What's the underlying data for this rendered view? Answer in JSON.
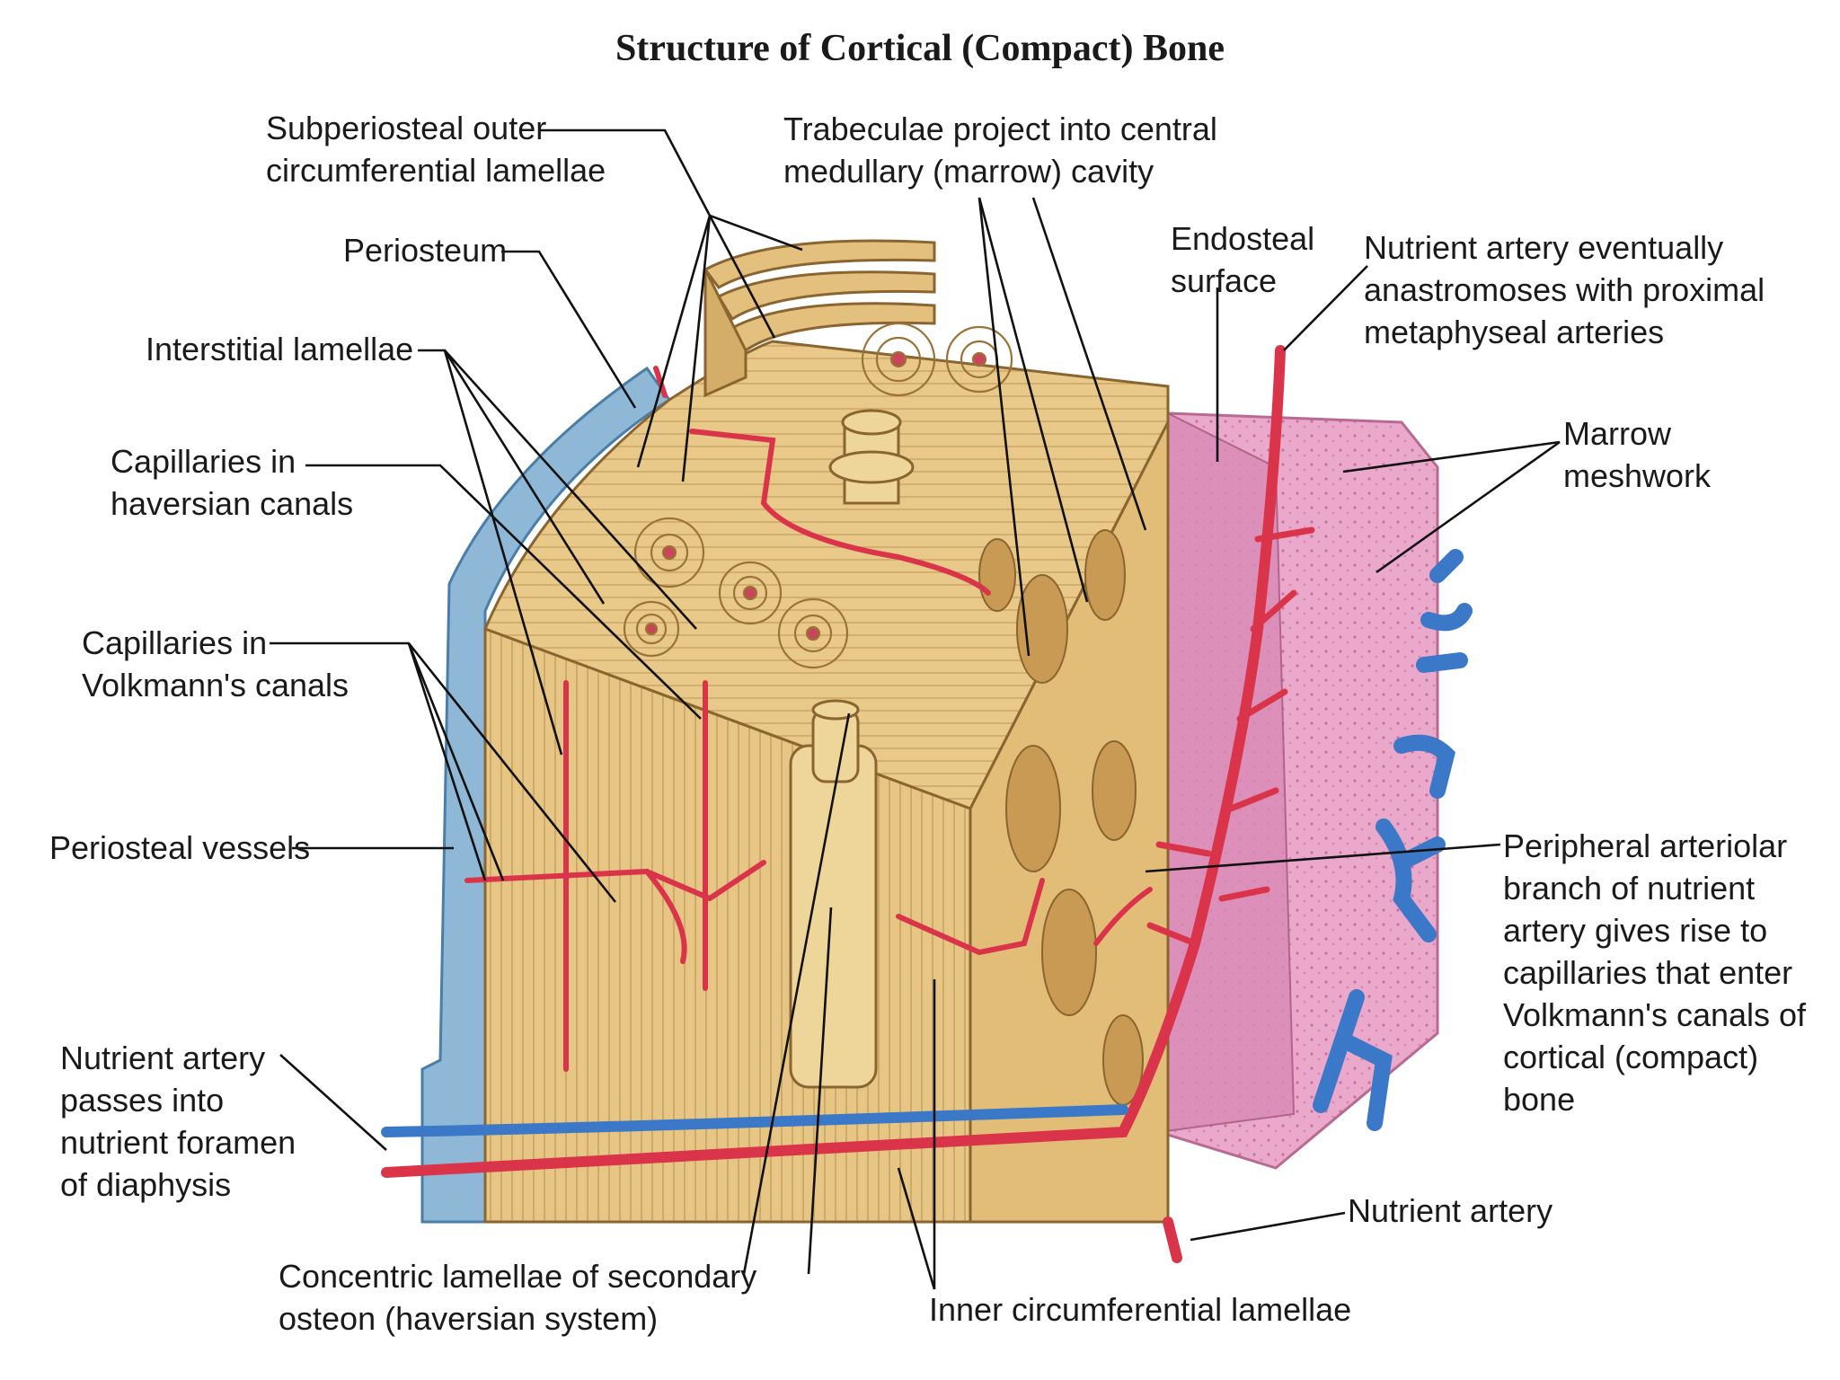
{
  "title": "Structure of Cortical (Compact) Bone",
  "labels": {
    "subperiosteal": "Subperiosteal outer\ncircumferential lamellae",
    "periosteum": "Periosteum",
    "interstitial": "Interstitial lamellae",
    "cap_haversian": "Capillaries in\nhaversian canals",
    "cap_volkmann": "Capillaries in\nVolkmann's canals",
    "periosteal_vessels": "Periosteal vessels",
    "nutrient_in": "Nutrient artery\npasses into\nnutrient foramen\nof diaphysis",
    "concentric": "Concentric lamellae of secondary\nosteon (haversian system)",
    "inner_circ": "Inner circumferential lamellae",
    "trabeculae": "Trabeculae project into central\nmedullary (marrow) cavity",
    "endosteal": "Endosteal\nsurface",
    "nutrient_anast": "Nutrient artery eventually\nanastromoses with proximal\nmetaphyseal arteries",
    "marrow": "Marrow\nmeshwork",
    "peripheral": "Peripheral arteriolar\nbranch of nutrient\nartery gives rise to\ncapillaries that enter\nVolkmann's canals of\ncortical (compact)\nbone",
    "nutrient_artery": "Nutrient artery"
  },
  "colors": {
    "bone": "#e8c98a",
    "bone_light": "#f2dca8",
    "bone_dark": "#b58a45",
    "periosteum": "#8fb8d6",
    "marrow": "#e8a6c8",
    "artery": "#d9344a",
    "vein": "#3b78c8",
    "leader": "#111111"
  }
}
